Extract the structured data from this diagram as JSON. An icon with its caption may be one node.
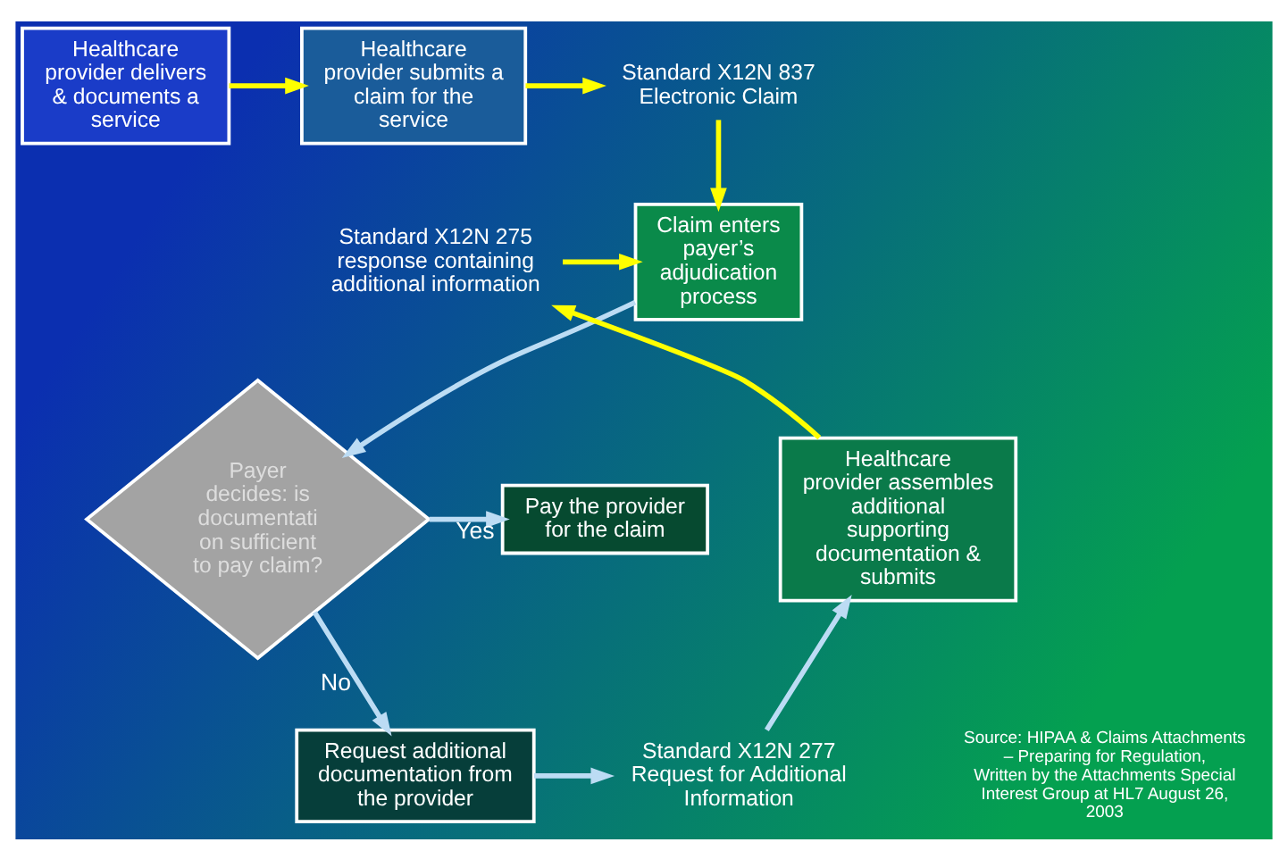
{
  "diagram": {
    "nodes": [
      {
        "text": [
          "Healthcare provider delivers & documents a service"
        ]
      },
      {
        "text": [
          "Healthcare provider submits a claim for the service"
        ]
      },
      {
        "text": [
          "Standard X12N 837 Electronic Claim"
        ]
      },
      {
        "text": [
          "Claim enters payer’s adjudication process"
        ]
      },
      {
        "text": [
          "Payer decides: is documentati on sufficient to pay claim?"
        ]
      },
      {
        "text": [
          "Pay the provider for the claim"
        ]
      },
      {
        "text": [
          "Request additional documentation from the provider"
        ]
      },
      {
        "text": [
          "Standard X12N 277 Request for Additional Information"
        ]
      },
      {
        "text": [
          "Healthcare provider assembles additional supporting documentation & submits"
        ]
      },
      {
        "text": [
          "Standard X12N 275 response containing additional information"
        ]
      }
    ],
    "edges": [
      {
        "from": 0,
        "to": 1,
        "arrow": "to"
      },
      {
        "from": 1,
        "to": 2,
        "arrow": "to"
      },
      {
        "from": 2,
        "to": 3,
        "arrow": "to"
      },
      {
        "from": 3,
        "to": 4,
        "arrow": "to",
        "color": "#bcdcf4"
      },
      {
        "from": 4,
        "to": 5,
        "label": "Yes",
        "arrow": "to",
        "color": "#bcdcf4"
      },
      {
        "from": 4,
        "to": 6,
        "label": "No",
        "arrow": "to",
        "color": "#bcdcf4"
      },
      {
        "from": 6,
        "to": 7,
        "arrow": "to",
        "color": "#bcdcf4"
      },
      {
        "from": 7,
        "to": 8,
        "arrow": "to",
        "color": "#bcdcf4"
      },
      {
        "from": 8,
        "to": 9,
        "arrow": "to"
      },
      {
        "from": 9,
        "to": 3,
        "arrow": "to"
      }
    ],
    "labels": [
      "Source: HIPAA & Claims Attachments – Preparing for Regulation, Written by the Attachments Special Interest Group at HL7 August 26, 2003"
    ]
  }
}
